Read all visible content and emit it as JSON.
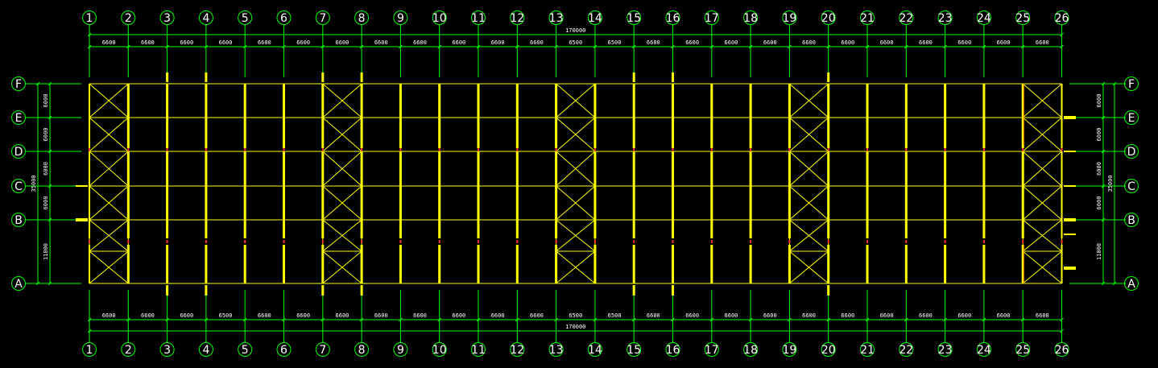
{
  "drawing": {
    "colors": {
      "background": "#000000",
      "structure": "#ffff00",
      "grid": "#00ff00",
      "text": "#ffffff",
      "accent_red": "#ff3333",
      "accent_orange": "#ff7700"
    },
    "column_axes": [
      "1",
      "2",
      "3",
      "4",
      "5",
      "6",
      "7",
      "8",
      "9",
      "10",
      "11",
      "12",
      "13",
      "14",
      "15",
      "16",
      "17",
      "18",
      "19",
      "20",
      "21",
      "22",
      "23",
      "24",
      "25",
      "26"
    ],
    "row_axes": [
      "F",
      "E",
      "D",
      "C",
      "B",
      "A"
    ],
    "top_total_length": "170000",
    "bottom_total_length": "170000",
    "top_bay_spacings": [
      "6600",
      "6600",
      "6600",
      "6600",
      "6600",
      "6600",
      "6600",
      "6600",
      "6600",
      "6600",
      "6600",
      "6600",
      "6500",
      "6500",
      "6600",
      "6600",
      "6600",
      "6600",
      "6600",
      "6600",
      "6600",
      "6600",
      "6600",
      "6600",
      "6600"
    ],
    "bottom_bay_spacings": [
      "6600",
      "6600",
      "6600",
      "6500",
      "6600",
      "6600",
      "6600",
      "6600",
      "6600",
      "6600",
      "6600",
      "6600",
      "6500",
      "6500",
      "6600",
      "6600",
      "6600",
      "6600",
      "6600",
      "6600",
      "6600",
      "6600",
      "6600",
      "6600",
      "6600"
    ],
    "left_row_spacings": [
      "6000",
      "6000",
      "6000",
      "6000",
      "11000"
    ],
    "left_total_width": "35000",
    "right_row_spacings": [
      "6000",
      "6000",
      "6000",
      "6000",
      "11000"
    ],
    "right_total_width": "35000",
    "braced_bays": [
      1,
      7,
      13,
      19,
      25
    ]
  }
}
